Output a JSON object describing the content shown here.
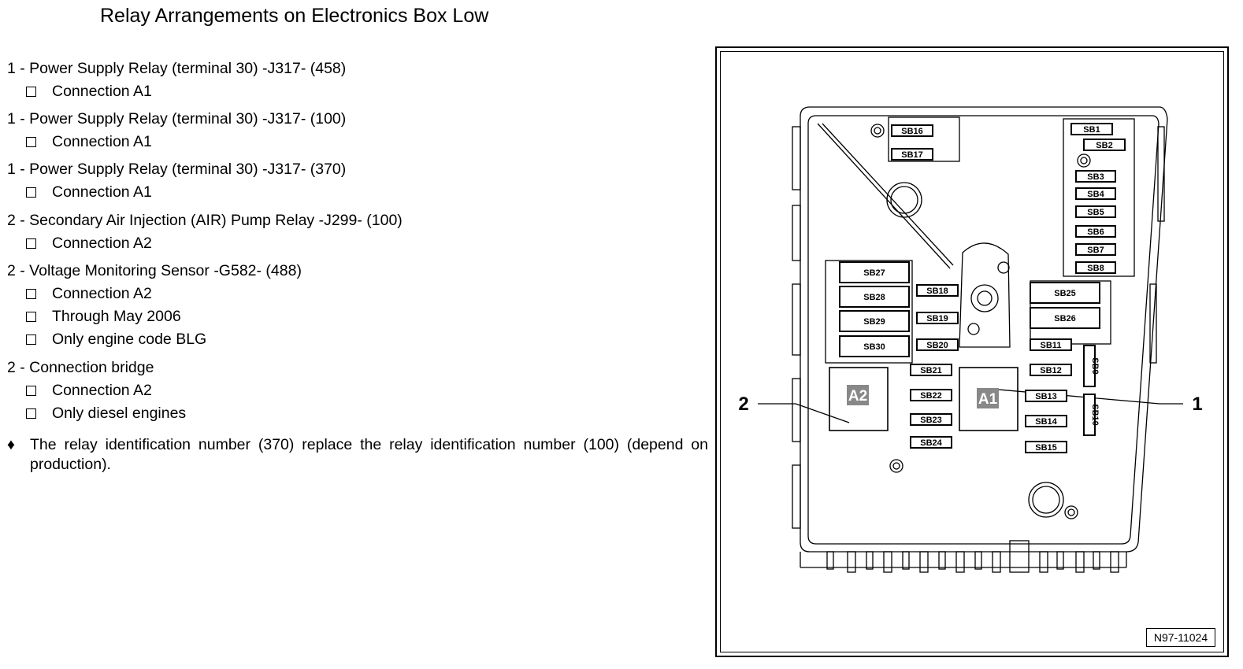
{
  "title": "Relay Arrangements on Electronics Box Low",
  "items": [
    {
      "heading": "1 - Power Supply Relay (terminal 30) -J317- (458)",
      "subs": [
        "Connection A1"
      ]
    },
    {
      "heading": "1 - Power Supply Relay (terminal 30) -J317- (100)",
      "subs": [
        "Connection A1"
      ]
    },
    {
      "heading": "1 - Power Supply Relay (terminal 30) -J317- (370)",
      "subs": [
        "Connection A1"
      ]
    },
    {
      "heading": "2 - Secondary Air Injection (AIR) Pump Relay -J299- (100)",
      "subs": [
        "Connection A2"
      ]
    },
    {
      "heading": "2 - Voltage Monitoring Sensor -G582- (488)",
      "subs": [
        "Connection A2",
        "Through May 2006",
        "Only engine code BLG"
      ]
    },
    {
      "heading": "2 - Connection bridge",
      "subs": [
        "Connection A2",
        "Only diesel engines"
      ]
    }
  ],
  "note": {
    "bullet": "♦",
    "text": "The relay identification number (370) replace the relay identification number (100) (depend on production)."
  },
  "figure": {
    "callout_left": "2",
    "callout_right": "1",
    "relay_a1": "A1",
    "relay_a2": "A2",
    "code": "N97-11024",
    "fuses": {
      "sb1": "SB1",
      "sb2": "SB2",
      "sb3": "SB3",
      "sb4": "SB4",
      "sb5": "SB5",
      "sb6": "SB6",
      "sb7": "SB7",
      "sb8": "SB8",
      "sb9": "SB9",
      "sb10": "SB10",
      "sb11": "SB11",
      "sb12": "SB12",
      "sb13": "SB13",
      "sb14": "SB14",
      "sb15": "SB15",
      "sb16": "SB16",
      "sb17": "SB17",
      "sb18": "SB18",
      "sb19": "SB19",
      "sb20": "SB20",
      "sb21": "SB21",
      "sb22": "SB22",
      "sb23": "SB23",
      "sb24": "SB24",
      "sb25": "SB25",
      "sb26": "SB26",
      "sb27": "SB27",
      "sb28": "SB28",
      "sb29": "SB29",
      "sb30": "SB30"
    }
  }
}
